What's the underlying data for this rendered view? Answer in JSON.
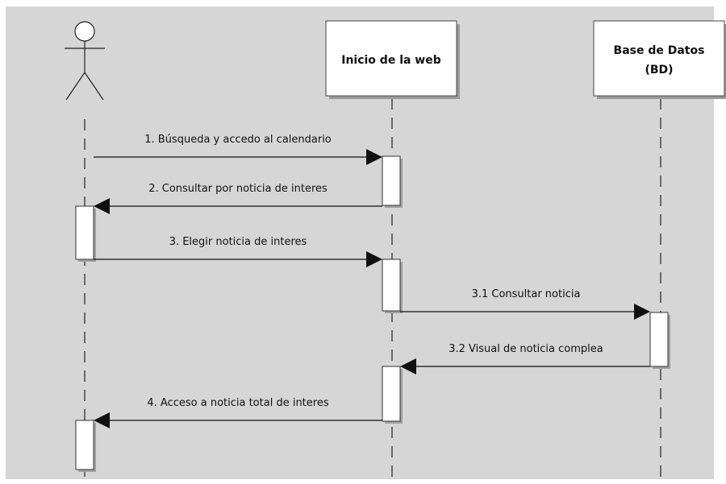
{
  "diagram": {
    "type": "sequence",
    "actor": {
      "label": ""
    },
    "objects": [
      {
        "id": "web",
        "lines": [
          "Inicio de la web"
        ]
      },
      {
        "id": "bd",
        "lines": [
          "Base de Datos",
          "(BD)"
        ]
      }
    ],
    "messages": [
      {
        "text": "1. Búsqueda y accedo al calendario",
        "from": "actor",
        "to": "web"
      },
      {
        "text": "2. Consultar por noticia de interes",
        "from": "web",
        "to": "actor"
      },
      {
        "text": "3. Elegir noticia de interes",
        "from": "actor",
        "to": "web"
      },
      {
        "text": "3.1 Consultar noticia",
        "from": "web",
        "to": "bd"
      },
      {
        "text": "3.2 Visual de noticia complea",
        "from": "bd",
        "to": "web"
      },
      {
        "text": "4. Acceso a noticia total de interes",
        "from": "web",
        "to": "actor"
      }
    ]
  }
}
